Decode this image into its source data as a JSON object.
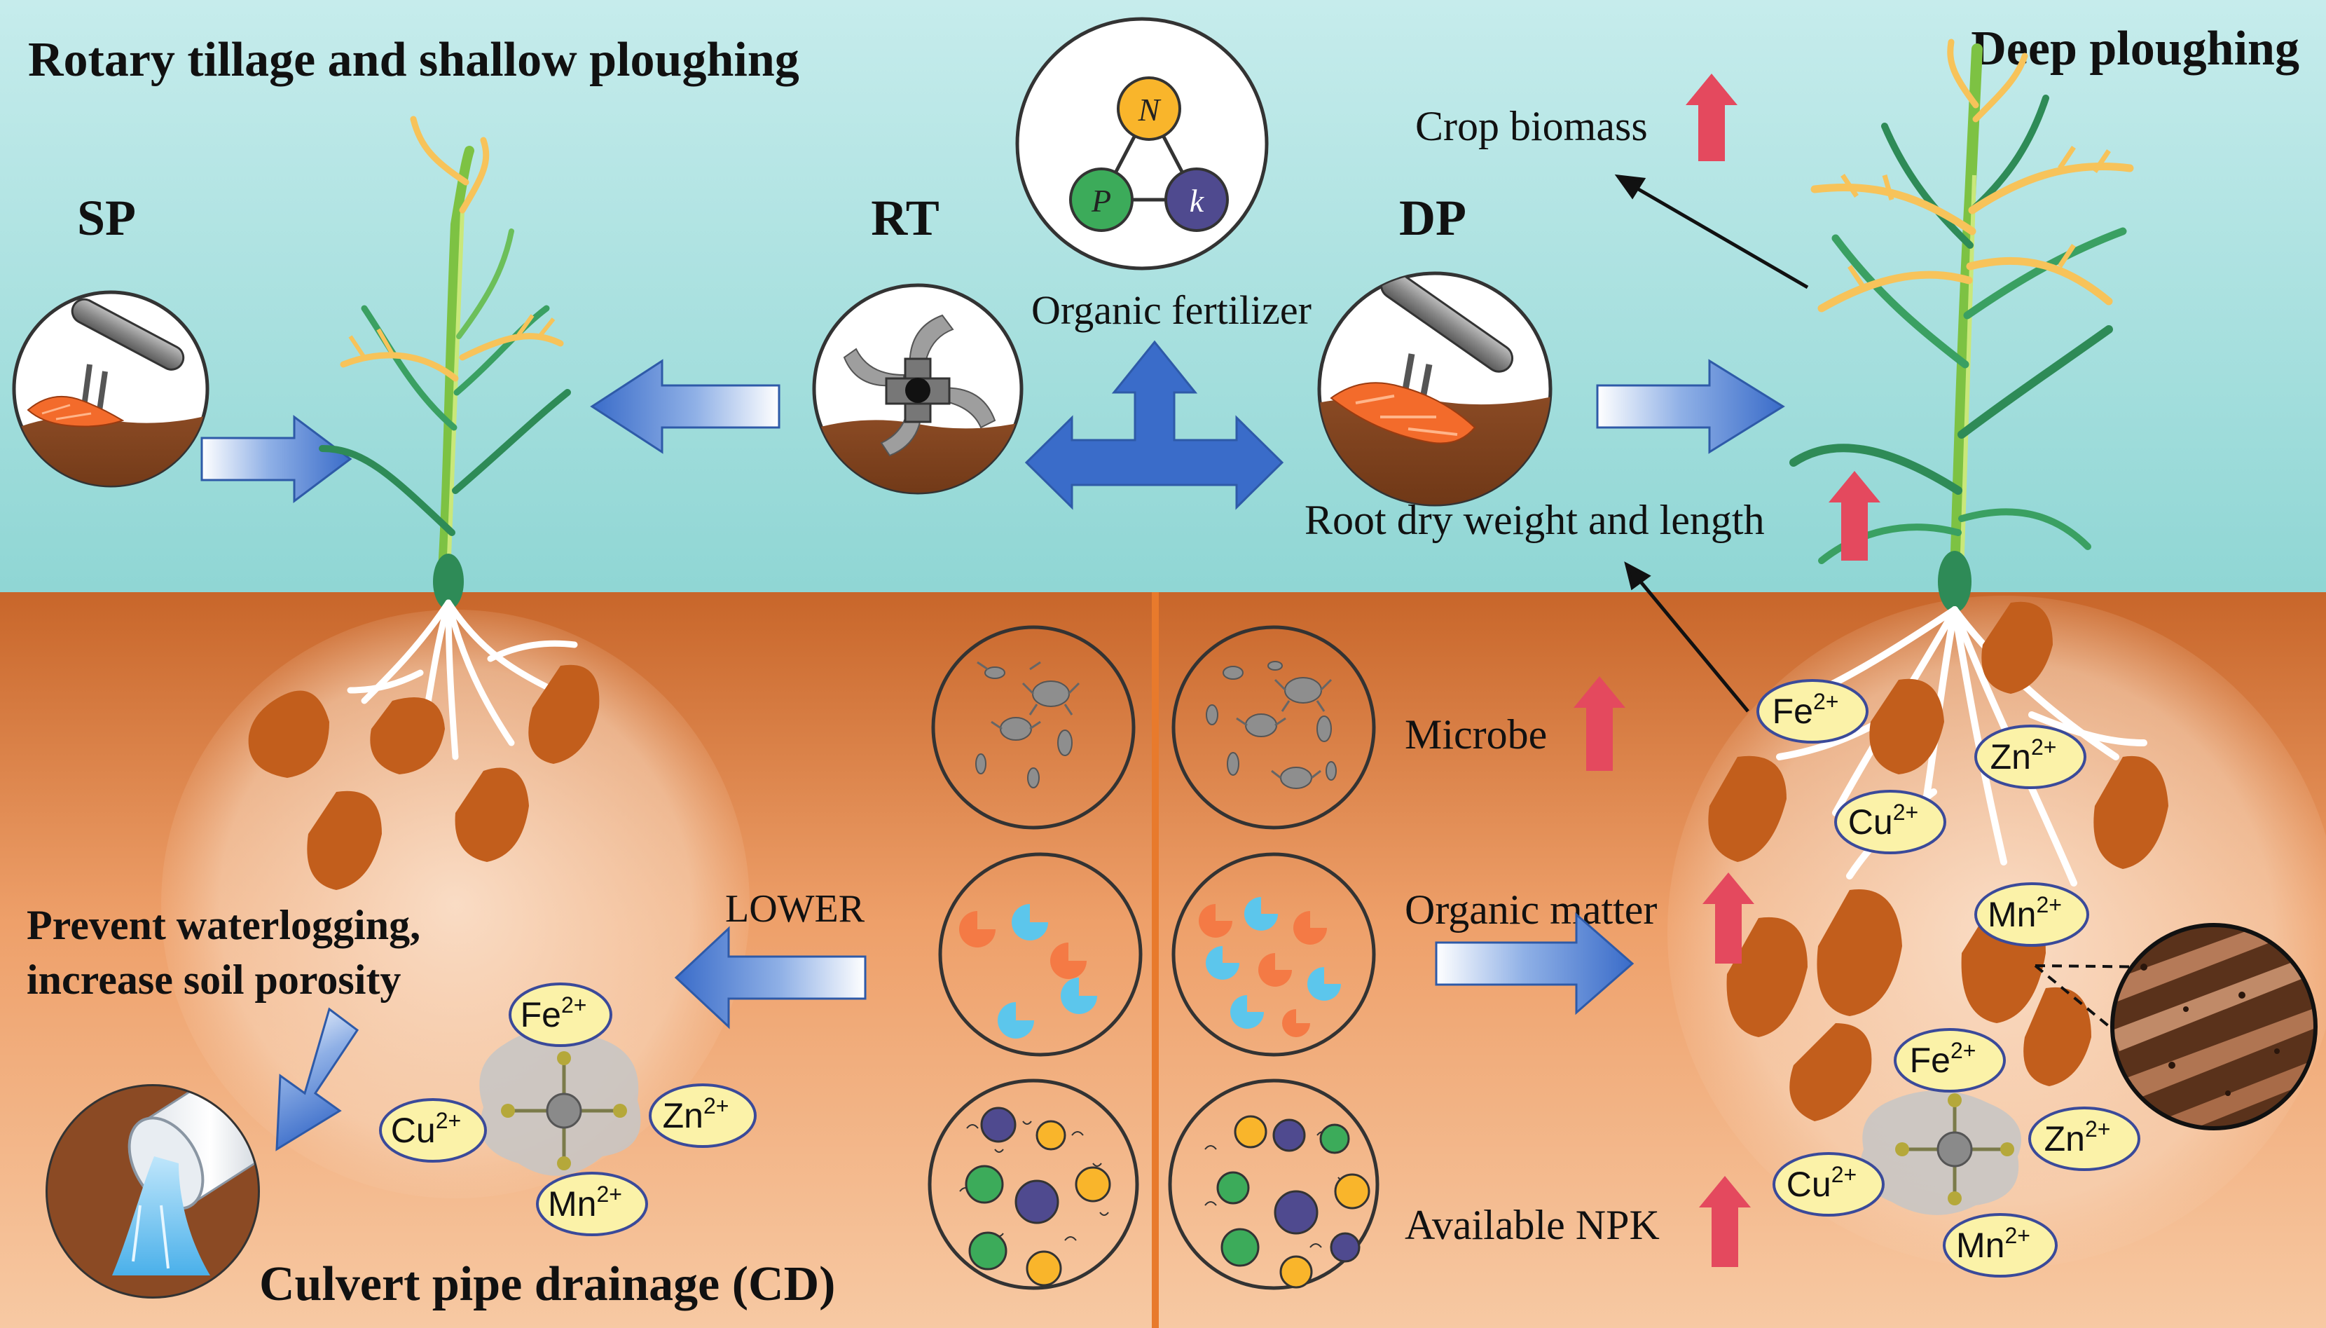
{
  "titles": {
    "left": "Rotary tillage and shallow ploughing",
    "right": "Deep ploughing",
    "bottom": "Culvert pipe drainage (CD)"
  },
  "tool_labels": {
    "sp": "SP",
    "rt": "RT",
    "dp": "DP"
  },
  "fertilizer": {
    "label": "Organic fertilizer",
    "nutrients": [
      "N",
      "P",
      "k"
    ]
  },
  "effects": {
    "crop_biomass": "Crop biomass",
    "root": "Root dry weight and length",
    "microbe": "Microbe",
    "organic_matter": "Organic matter",
    "available_npk": "Available NPK",
    "lower": "LOWER",
    "waterlogging_line1": "Prevent waterlogging,",
    "waterlogging_line2": "increase soil porosity"
  },
  "ions": {
    "fe": "Fe",
    "cu": "Cu",
    "zn": "Zn",
    "mn": "Mn",
    "charge": "2+"
  },
  "colors": {
    "sky": "#cdeeee",
    "soil_top": "#c8662a",
    "soil_bottom": "#f6c6a0",
    "arrow_blue": "#3a6cc9",
    "arrow_red": "#e4495e",
    "clod": "#c25e1c",
    "ion_fill": "#fbf2a8",
    "nitrogen": "#f9b52b",
    "phosphorus": "#3cab5a",
    "potassium": "#4f4a8f"
  }
}
